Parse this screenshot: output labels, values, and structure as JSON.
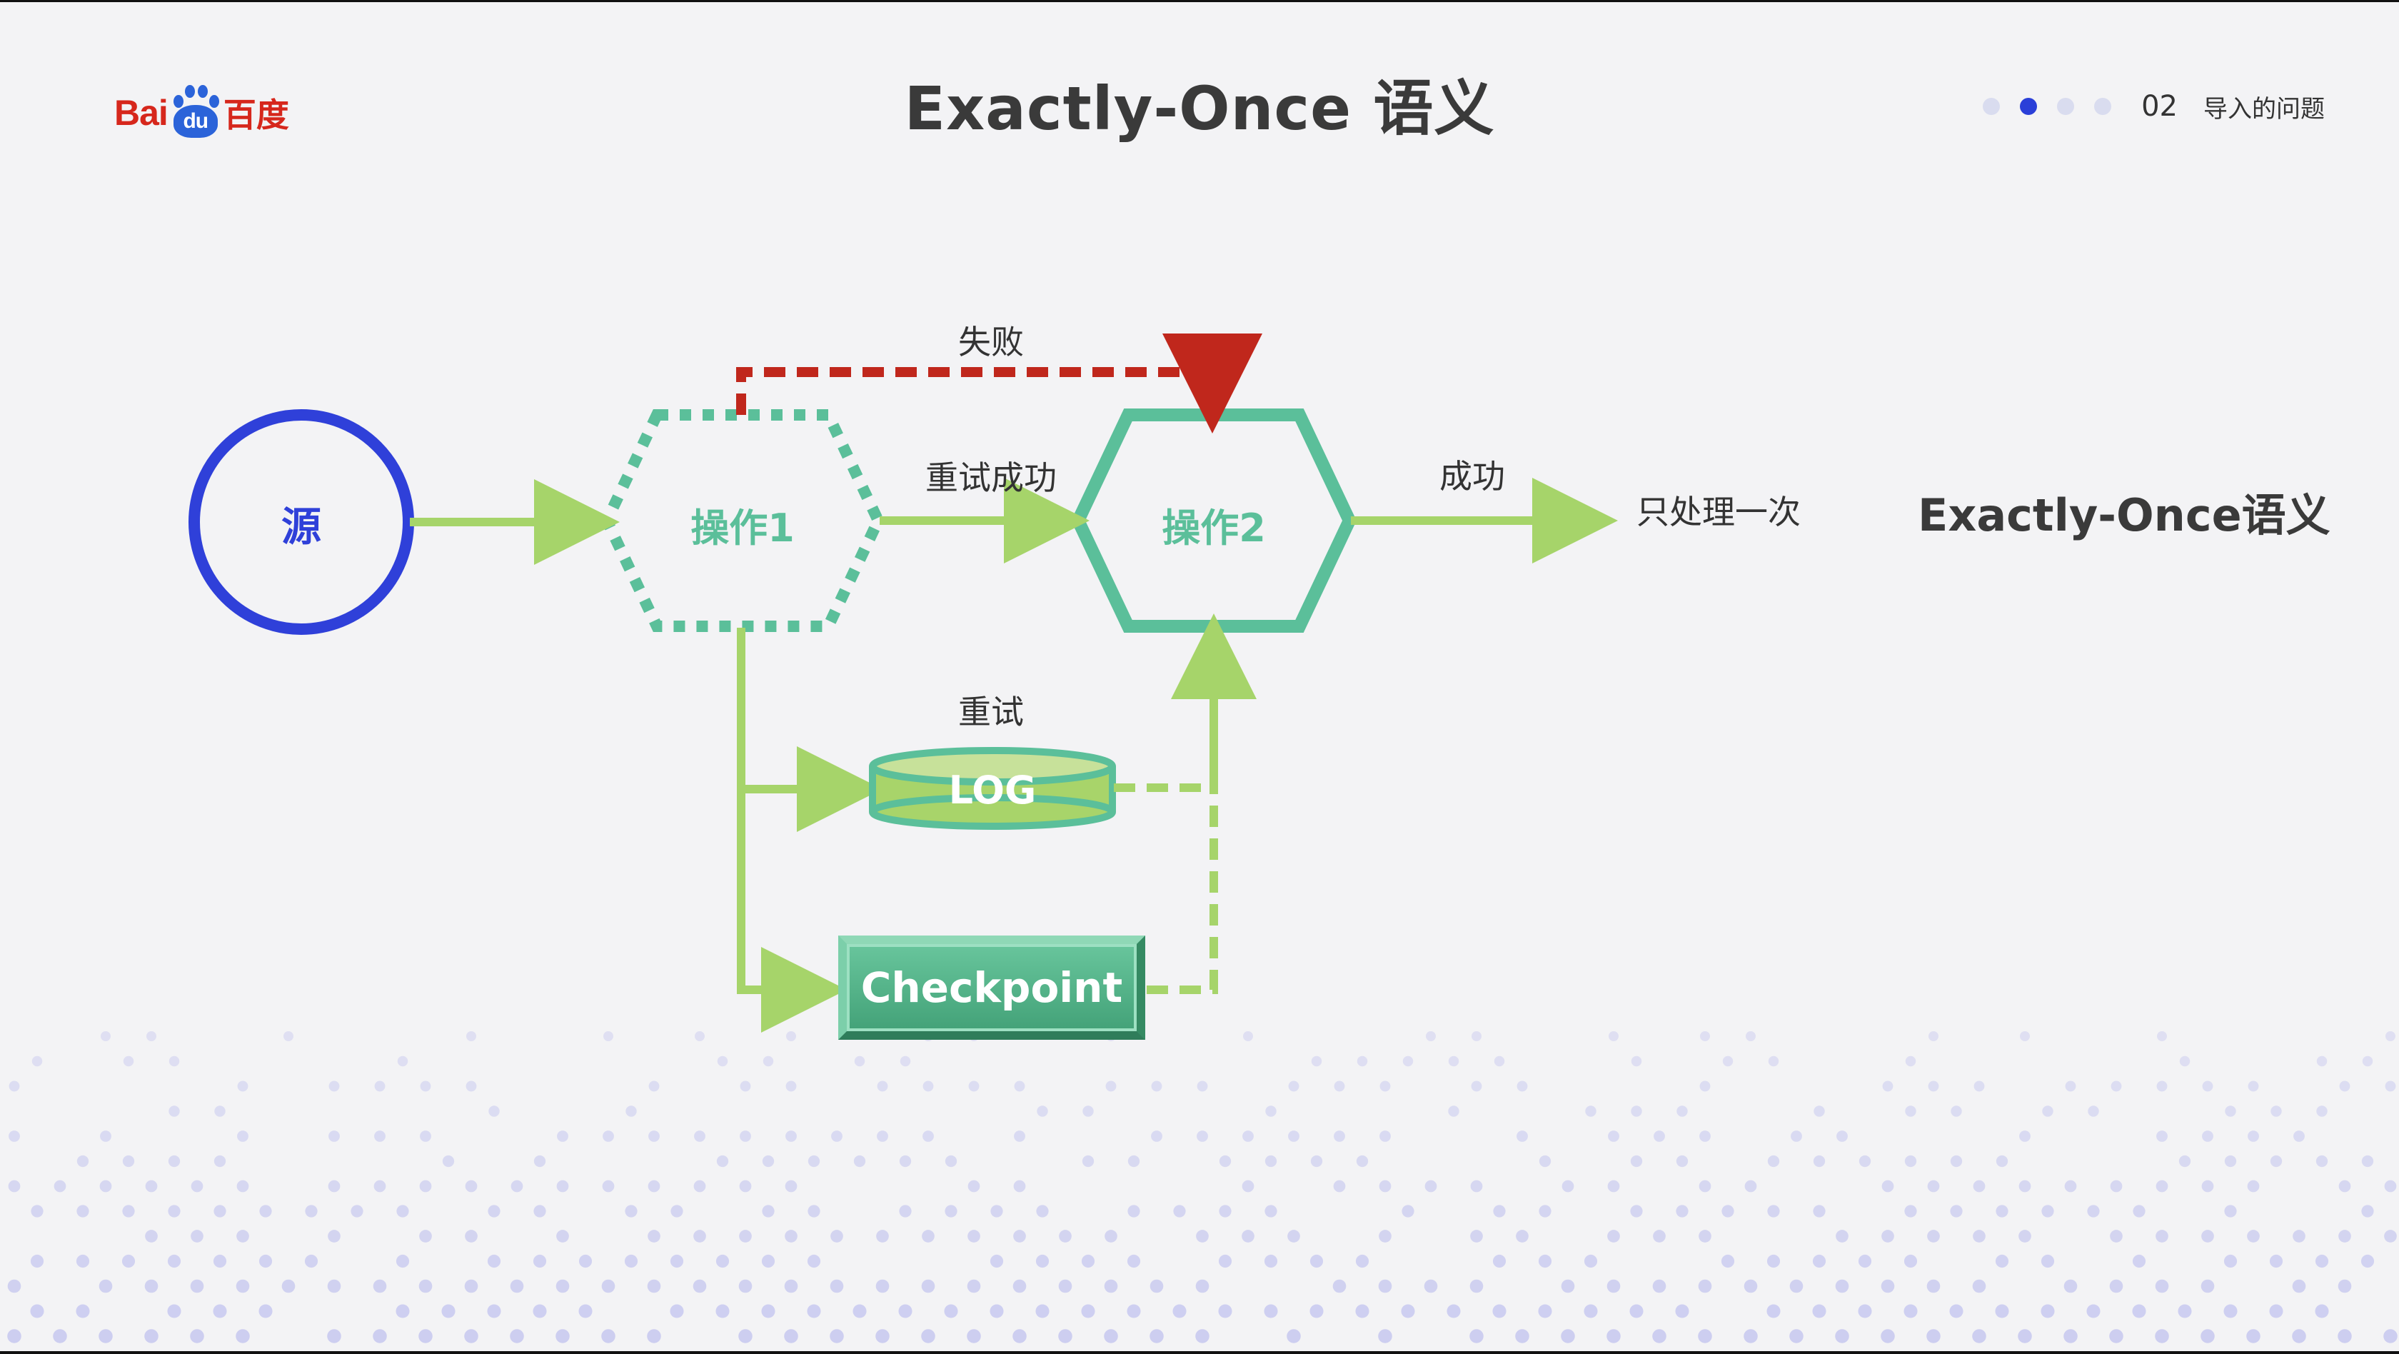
{
  "header": {
    "logo": {
      "text_bai": "Bai",
      "text_du": "du",
      "text_han": "百度"
    },
    "title": "Exactly-Once 语义",
    "pager": {
      "page_count": 4,
      "active_index": 1,
      "number": "02",
      "section": "导入的问题"
    }
  },
  "diagram": {
    "nodes": {
      "source": "源",
      "op1": "操作1",
      "op2": "操作2",
      "log": "LOG",
      "checkpoint": "Checkpoint"
    },
    "edge_labels": {
      "fail": "失败",
      "retry_success": "重试成功",
      "success": "成功",
      "retry": "重试"
    },
    "result_text": "只处理一次",
    "semantic_label": "Exactly-Once语义"
  },
  "colors": {
    "source_ring": "#2f40d9",
    "hexagon": "#5bbf9a",
    "arrow_green": "#a6d46a",
    "fail_red": "#c0271c",
    "log_fill": "#a8d46a",
    "checkpoint_fill": "#52b98a",
    "dots": "#c7c8ef"
  }
}
